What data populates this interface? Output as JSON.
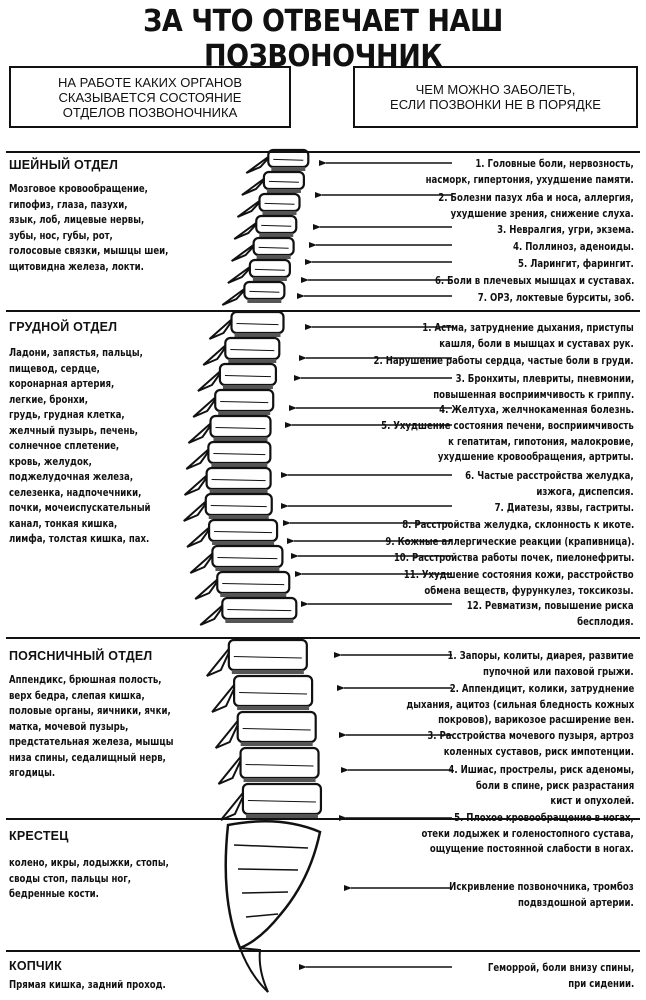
{
  "title": "ЗА ЧТО ОТВЕЧАЕТ НАШ ПОЗВОНОЧНИК",
  "header": {
    "left": "НА РАБОТЕ КАКИХ ОРГАНОВ\nСКАЗЫВАЕТСЯ СОСТОЯНИЕ\nОТДЕЛОВ ПОЗВОНОЧНИКА",
    "right": "ЧЕМ МОЖНО ЗАБОЛЕТЬ,\nЕСЛИ ПОЗВОНКИ НЕ В ПОРЯДКЕ"
  },
  "sections": {
    "cervical": {
      "title": "ШЕЙНЫЙ ОТДЕЛ",
      "organs": "Мозговое кровообращение,\nгипофиз, глаза, пазухи,\nязык, лоб, лицевые нервы,\nзубы, нос, губы, рот,\nголосовые связки, мышцы шеи,\nщитовидна железа, локти.",
      "diseases": [
        "1. Головные боли, нервозность,\nнасморк, гипертония, ухудшение памяти.",
        "2. Болезни пазух лба и носа, аллергия,\nухудшение зрения, снижение слуха.",
        "3. Невралгия, угри, экзема.",
        "4. Поллиноз, аденоиды.",
        "5. Ларингит, фарингит.",
        "6. Боли в плечевых мышцах и суставах.",
        "7. ОРЗ, локтевые бурситы, зоб."
      ]
    },
    "thoracic": {
      "title": "ГРУДНОЙ ОТДЕЛ",
      "organs": "Ладони, запястья, пальцы,\nпищевод, сердце,\nкоронарная артерия,\nлегкие, бронхи,\nгрудь, грудная клетка,\nжелчный пузырь, печень,\nсолнечное сплетение,\nкровь, желудок,\nподжелудочная железа,\nселезенка, надпочечники,\nпочки, мочеиспускательный\nканал, тонкая кишка,\nлимфа, толстая кишка, пах.",
      "diseases": [
        "1. Астма, затруднение дыхания, приступы\nкашля, боли в мышцах и суставах рук.",
        "2. Нарушение работы сердца, частые боли в груди.",
        "3. Бронхиты, плевриты, пневмонии,\nповышенная восприимчивость к гриппу.",
        "4. Желтуха, желчнокаменная болезнь.",
        "5. Ухудшение состояния печени, восприимчивость\nк гепатитам, гипотония, малокровие,\nухудшение кровообращения, артриты.",
        "6. Частые расстройства желудка,\nизжога, диспепсия.",
        "7. Диатезы, язвы, гастриты.",
        "8. Расстройства желудка, склонность к икоте.",
        "9. Кожные аллергические реакции (крапивница).",
        "10. Расстройства работы почек, пиелонефриты.",
        "11. Ухудшение состояния кожи, расстройство\nобмена веществ, фурункулез, токсикозы.",
        "12. Ревматизм, повышение риска\nбесплодия."
      ]
    },
    "lumbar": {
      "title": "ПОЯСНИЧНЫЙ ОТДЕЛ",
      "organs": "Аппендикс, брюшная полость,\nверх бедра, слепая кишка,\nполовые органы, яичники, ячки,\nматка, мочевой пузырь,\nпредстательная железа, мышцы\nниза спины, седалищный нерв,\nягодицы.",
      "diseases": [
        "1. Запоры, колиты, диарея, развитие\nпупочной или паховой грыжи.",
        "2. Аппендицит, колики, затруднение\nдыхания, ацитоз (сильная бледность кожных\nпокровов), варикозое расширение вен.",
        "3. Расстройства мочевого пузыря, артроз\nколенных суставов, риск импотенции.",
        "4. Ишиас, прострелы, риск аденомы,\nболи в спине, риск разрастания\nкист и опухолей.",
        "5. Плохое кровообращение в ногах,\nотеки лодыжек и голеностопного сустава,\nощущение постоянной слабости в ногах."
      ]
    },
    "sacrum": {
      "title": "КРЕСТЕЦ",
      "organs": "колено, икры, лодыжки, стопы,\nсводы стоп, пальцы ног,\nбедренные кости.",
      "diseases": [
        "Искривление позвоночника, тромбоз\nподвздошной артерии."
      ]
    },
    "coccyx": {
      "title": "КОПЧИК",
      "organs": "Прямая кишка, задний проход.",
      "diseases": [
        "Геморрой, боли внизу спины,\nпри сидении."
      ]
    }
  }
}
